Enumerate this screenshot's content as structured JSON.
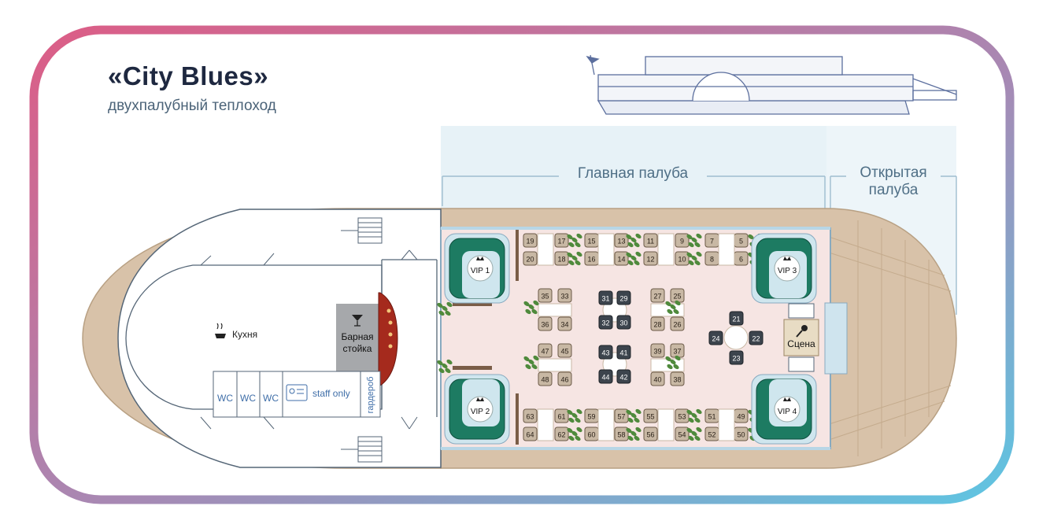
{
  "header": {
    "title": "«City Blues»",
    "subtitle": "двухпалубный теплоход"
  },
  "decks": {
    "main": "Главная палуба",
    "open_line1": "Открытая",
    "open_line2": "палуба"
  },
  "rooms": {
    "kitchen": "Кухня",
    "bar_line1": "Барная",
    "bar_line2": "стойка",
    "wc": [
      "WC",
      "WC",
      "WC"
    ],
    "staff": "staff only",
    "wardrobe": "гардероб",
    "stage": "Сцена"
  },
  "vip": [
    "VIP 1",
    "VIP 2",
    "VIP 3",
    "VIP 4"
  ],
  "seats": {
    "top_row_upper": [
      "19",
      "17",
      "15",
      "13",
      "11",
      "9",
      "7",
      "5"
    ],
    "top_row_lower": [
      "20",
      "18",
      "16",
      "14",
      "12",
      "10",
      "8",
      "6"
    ],
    "bottom_row_upper": [
      "63",
      "61",
      "59",
      "57",
      "55",
      "53",
      "51",
      "49"
    ],
    "bottom_row_lower": [
      "64",
      "62",
      "60",
      "58",
      "56",
      "54",
      "52",
      "50"
    ],
    "sq_upper_top": [
      "35",
      "33",
      "27",
      "25"
    ],
    "sq_upper_bottom": [
      "36",
      "34",
      "28",
      "26"
    ],
    "sq_lower_top": [
      "47",
      "45",
      "39",
      "37"
    ],
    "sq_lower_bottom": [
      "48",
      "46",
      "40",
      "38"
    ],
    "round_upper": [
      "31",
      "29",
      "32",
      "30"
    ],
    "round_lower": [
      "43",
      "41",
      "44",
      "42"
    ],
    "round_right": [
      "21",
      "24",
      "22",
      "23"
    ]
  },
  "colors": {
    "gradient_start": "#d9628a",
    "gradient_end": "#6cc4e0",
    "title": "#1e2840",
    "deck_label": "#4f6f86",
    "main_deck_floor": "#f6e5e3",
    "open_deck_floor": "#d8c2a9",
    "seat": "#c8b8a4",
    "round_seat": "#3c444d",
    "vip_sofa": "#1d7b62",
    "bar": "#a52a1d"
  }
}
